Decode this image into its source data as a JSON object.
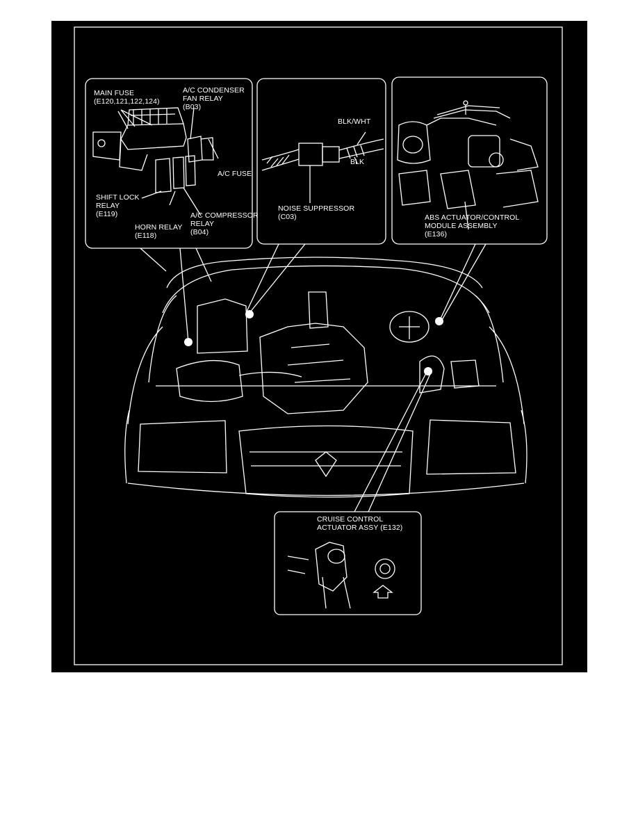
{
  "diagram": {
    "callouts": {
      "relay_box": {
        "main_fuse": "MAIN FUSE\n(E120,121,122,124)",
        "ac_condenser_fan_relay": "A/C CONDENSER\nFAN RELAY\n(B03)",
        "ac_fuse": "A/C FUSE",
        "shift_lock_relay": "SHIFT LOCK\n RELAY\n(E119)",
        "horn_relay": "HORN RELAY\n(E118)",
        "ac_compressor_relay": "A/C COMPRESSOR\nRELAY\n(B04)"
      },
      "noise_suppressor": {
        "blk_wht": "BLK/WHT",
        "blk": "BLK",
        "title": "NOISE SUPPRESSOR\n(C03)"
      },
      "abs": {
        "title": "ABS ACTUATOR/CONTROL\nMODULE ASSEMBLY\n(E136)"
      },
      "cruise_control": {
        "title": "CRUISE CONTROL\nACTUATOR ASSY (E132)"
      }
    },
    "colors": {
      "background": "#000000",
      "line": "#ffffff"
    }
  }
}
